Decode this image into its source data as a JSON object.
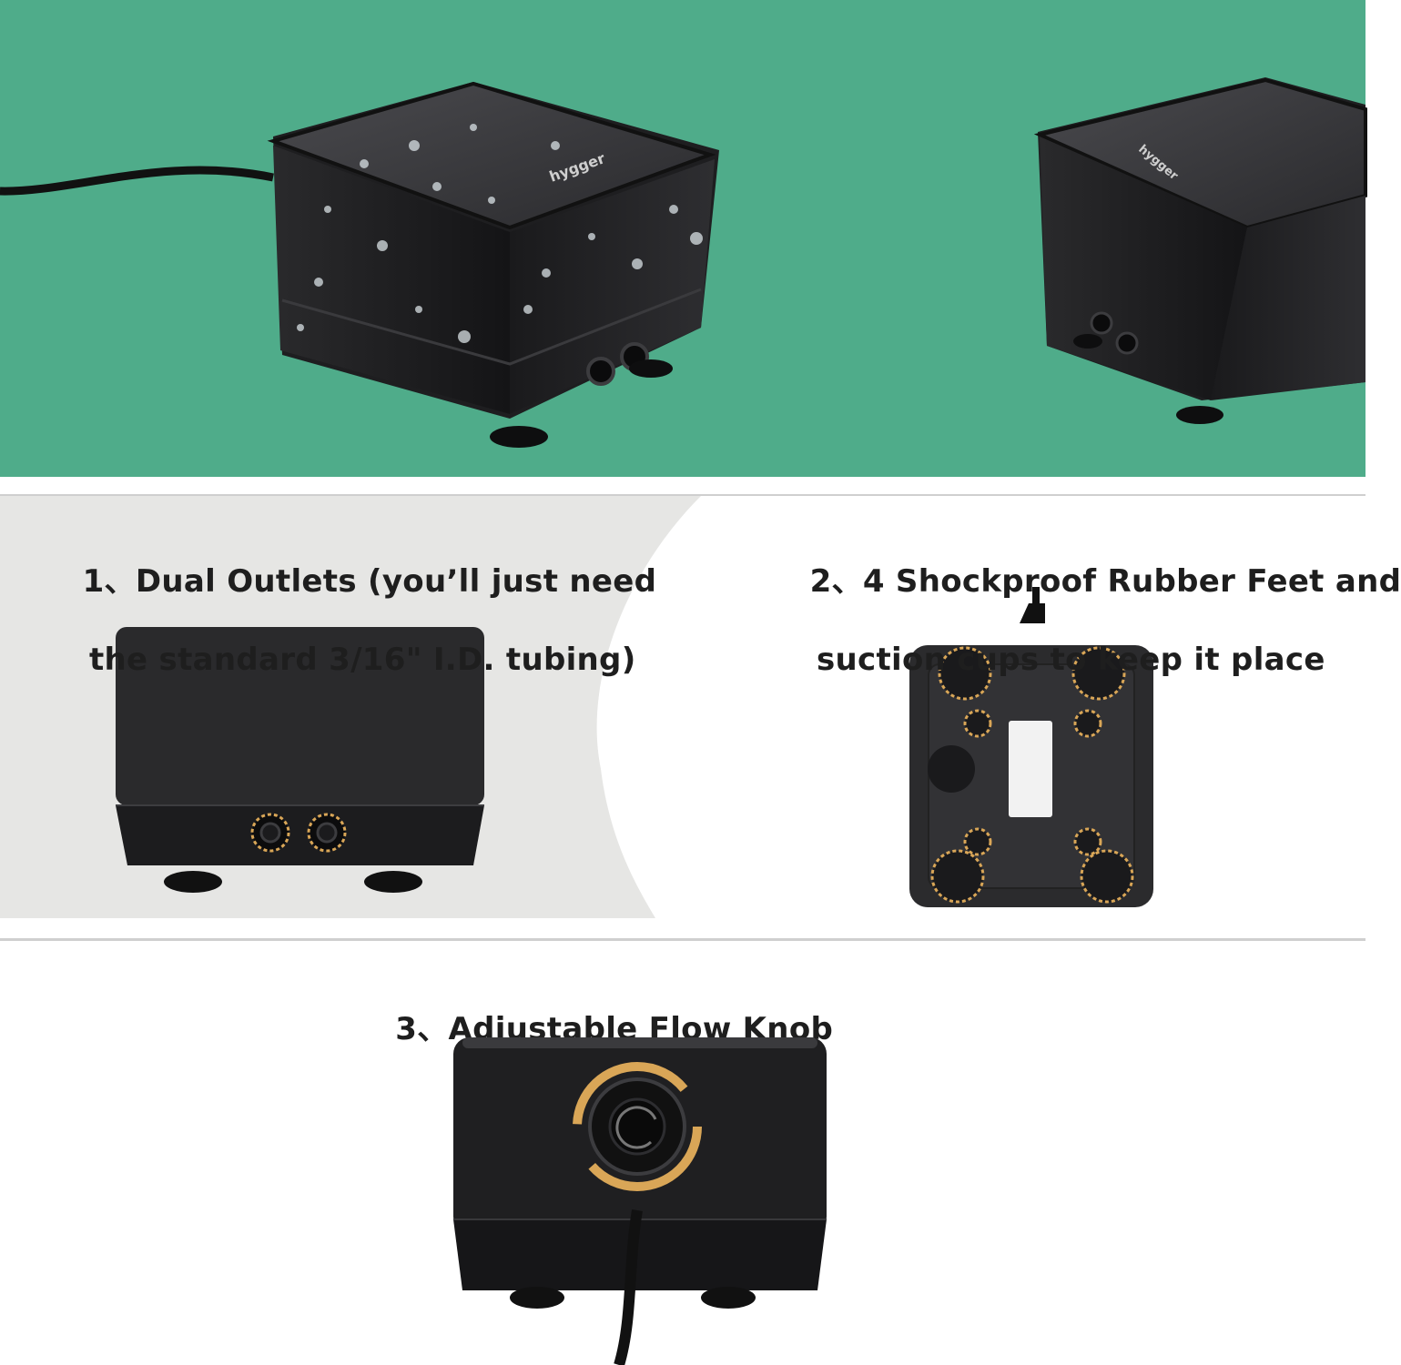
{
  "hero": {
    "brand_mark": "hygger",
    "colors": {
      "background": "#4fac8a",
      "device": "#1d1d1f"
    }
  },
  "features": [
    {
      "number": "1、",
      "line1": "Dual Outlets (you’ll just need",
      "line2": "the standard 3/16\" I.D. tubing)"
    },
    {
      "number": "2、",
      "line1": "4 Shockproof Rubber Feet and",
      "line2": "suction cups to keep it place"
    },
    {
      "number": "3、",
      "line1": "Adjustable Flow Knob"
    }
  ],
  "colors": {
    "panel_gray": "#e6e6e4",
    "highlight": "#d9a657"
  }
}
